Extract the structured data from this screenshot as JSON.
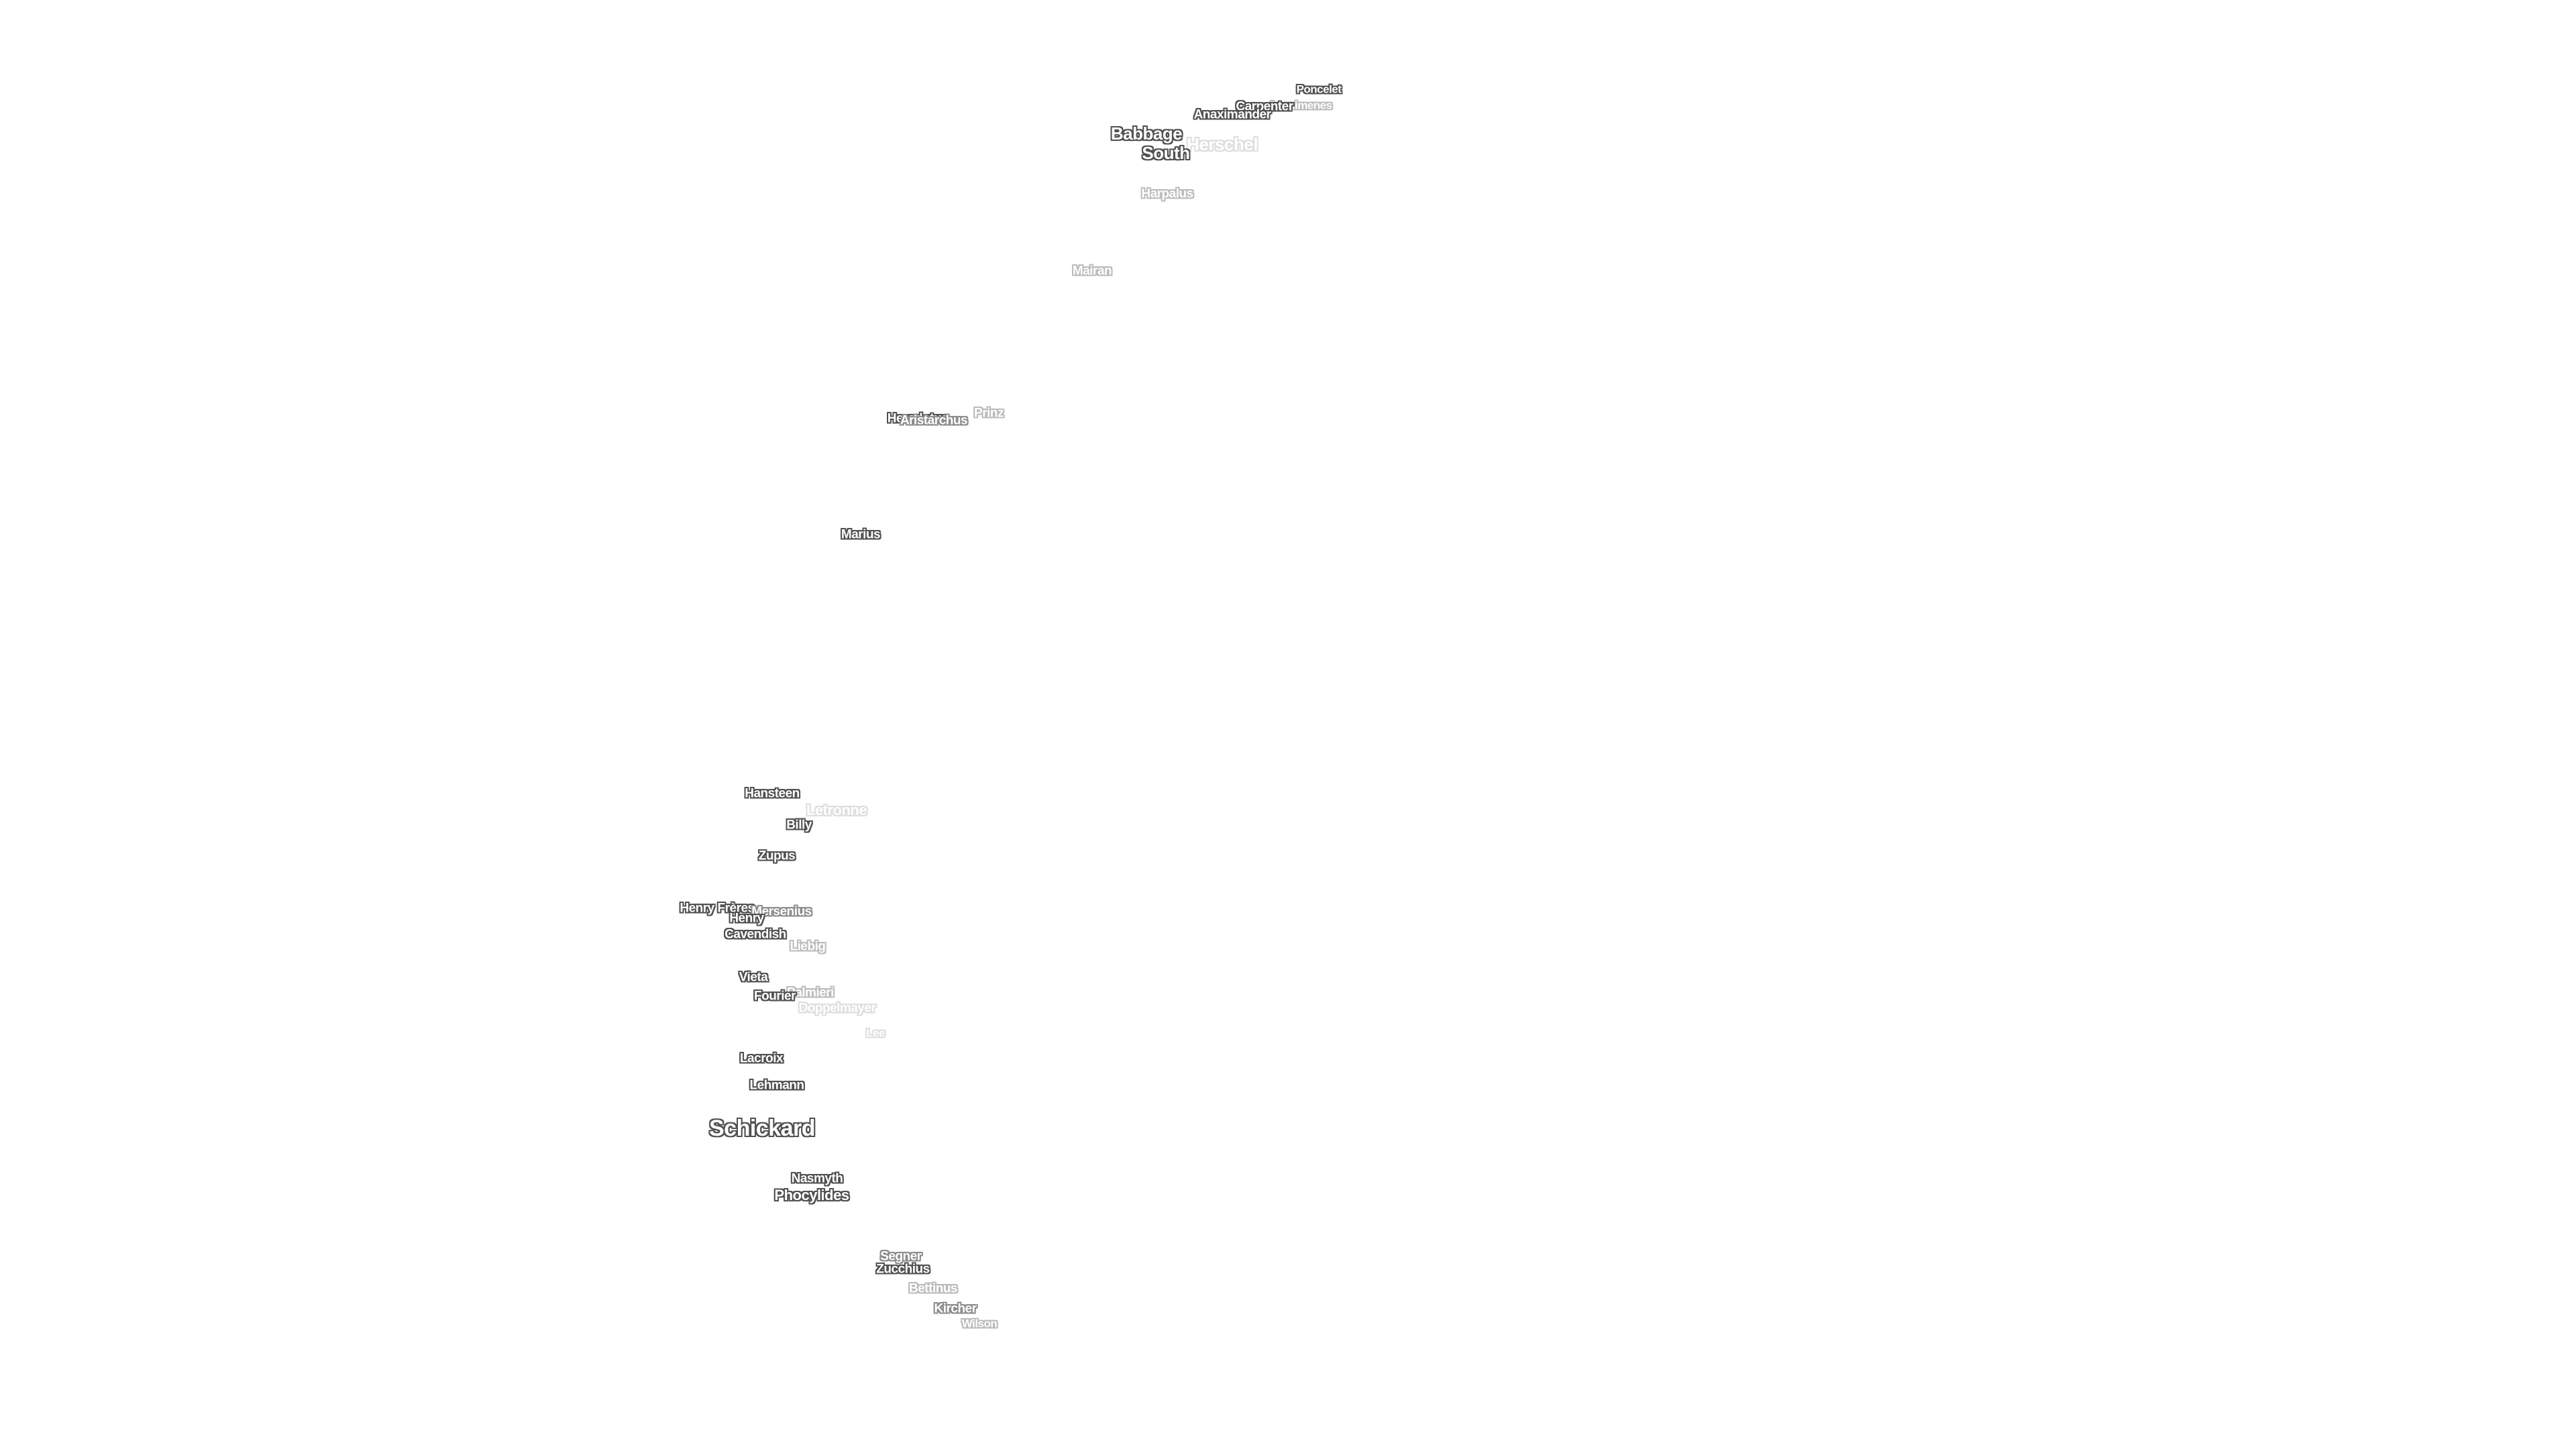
{
  "map": {
    "background": "#ffffff",
    "labels": [
      {
        "id": "poncelet",
        "text": "Poncelet",
        "tone": "dark",
        "size": "xs"
      },
      {
        "id": "anaximenes",
        "text": "Anaximenes",
        "tone": "light",
        "size": "xs"
      },
      {
        "id": "carpenter",
        "text": "Carpenter",
        "tone": "dark",
        "size": "s"
      },
      {
        "id": "anaximander",
        "text": "Anaximander",
        "tone": "dark",
        "size": "s"
      },
      {
        "id": "babbage",
        "text": "Babbage",
        "tone": "dark",
        "size": "l"
      },
      {
        "id": "herschel",
        "text": "Herschel",
        "tone": "faint",
        "size": "l"
      },
      {
        "id": "south",
        "text": "South",
        "tone": "dark",
        "size": "l"
      },
      {
        "id": "harpalus",
        "text": "Harpalus",
        "tone": "light",
        "size": "s"
      },
      {
        "id": "mairan",
        "text": "Mairan",
        "tone": "light",
        "size": "s"
      },
      {
        "id": "herodotus",
        "text": "Herodotus",
        "tone": "dark",
        "size": "s"
      },
      {
        "id": "aristarchus",
        "text": "Aristarchus",
        "tone": "mid",
        "size": "s"
      },
      {
        "id": "prinz",
        "text": "Prinz",
        "tone": "light",
        "size": "s"
      },
      {
        "id": "marius",
        "text": "Marius",
        "tone": "dark",
        "size": "s"
      },
      {
        "id": "hansteen",
        "text": "Hansteen",
        "tone": "dark",
        "size": "s"
      },
      {
        "id": "letronne",
        "text": "Letronne",
        "tone": "faint",
        "size": "m"
      },
      {
        "id": "billy",
        "text": "Billy",
        "tone": "dark",
        "size": "s"
      },
      {
        "id": "zupus",
        "text": "Zupus",
        "tone": "dark",
        "size": "s"
      },
      {
        "id": "henry-freres",
        "text": "Henry Frères",
        "tone": "dark",
        "size": "s"
      },
      {
        "id": "mersenius",
        "text": "Mersenius",
        "tone": "mid",
        "size": "s"
      },
      {
        "id": "henry",
        "text": "Henry",
        "tone": "dark",
        "size": "s"
      },
      {
        "id": "cavendish",
        "text": "Cavendish",
        "tone": "dark",
        "size": "s"
      },
      {
        "id": "liebig",
        "text": "Liebig",
        "tone": "light",
        "size": "s"
      },
      {
        "id": "vieta",
        "text": "Vieta",
        "tone": "dark",
        "size": "s"
      },
      {
        "id": "palmieri",
        "text": "Palmieri",
        "tone": "light",
        "size": "s"
      },
      {
        "id": "fourier",
        "text": "Fourier",
        "tone": "dark",
        "size": "s"
      },
      {
        "id": "doppelmayer",
        "text": "Doppelmayer",
        "tone": "faint",
        "size": "s"
      },
      {
        "id": "lee",
        "text": "Lee",
        "tone": "faint",
        "size": "xs"
      },
      {
        "id": "lacroix",
        "text": "Lacroix",
        "tone": "dark",
        "size": "s"
      },
      {
        "id": "lehmann",
        "text": "Lehmann",
        "tone": "dark",
        "size": "s"
      },
      {
        "id": "schickard",
        "text": "Schickard",
        "tone": "dark",
        "size": "xl"
      },
      {
        "id": "nasmyth",
        "text": "Nasmyth",
        "tone": "dark",
        "size": "s"
      },
      {
        "id": "phocylides",
        "text": "Phocylides",
        "tone": "dark",
        "size": "m"
      },
      {
        "id": "segner",
        "text": "Segner",
        "tone": "mid",
        "size": "s"
      },
      {
        "id": "zucchius",
        "text": "Zucchius",
        "tone": "dark",
        "size": "s"
      },
      {
        "id": "bettinus",
        "text": "Bettinus",
        "tone": "light",
        "size": "s"
      },
      {
        "id": "kircher",
        "text": "Kircher",
        "tone": "mid",
        "size": "s"
      },
      {
        "id": "wilson",
        "text": "Wilson",
        "tone": "light",
        "size": "xs"
      }
    ]
  }
}
